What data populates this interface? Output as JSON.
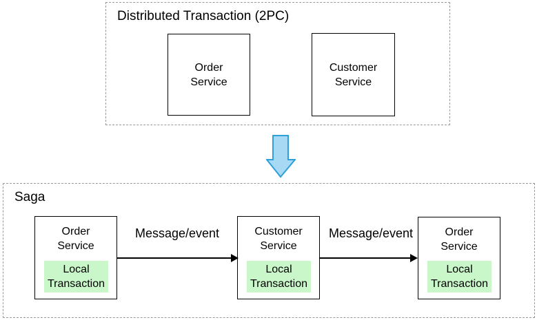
{
  "two_pc_group": {
    "title": "Distributed Transaction (2PC)",
    "nodes": [
      {
        "label": "Order\nService"
      },
      {
        "label": "Customer\nService"
      }
    ]
  },
  "transform_arrow": {
    "direction": "down",
    "fill": "#a8d9f4",
    "stroke": "#2e9fd9"
  },
  "saga_group": {
    "title": "Saga",
    "nodes": [
      {
        "label": "Order\nService",
        "local_transaction_label": "Local\nTransaction"
      },
      {
        "label": "Customer\nService",
        "local_transaction_label": "Local\nTransaction"
      },
      {
        "label": "Order\nService",
        "local_transaction_label": "Local\nTransaction"
      }
    ],
    "edges": [
      {
        "label": "Message/event"
      },
      {
        "label": "Message/event"
      }
    ]
  },
  "colors": {
    "local_transaction_fill": "#c9f7c9",
    "dashed_border": "#999999",
    "node_border": "#000000",
    "edge_color": "#000000",
    "text_color": "#000000",
    "background": "#ffffff"
  }
}
